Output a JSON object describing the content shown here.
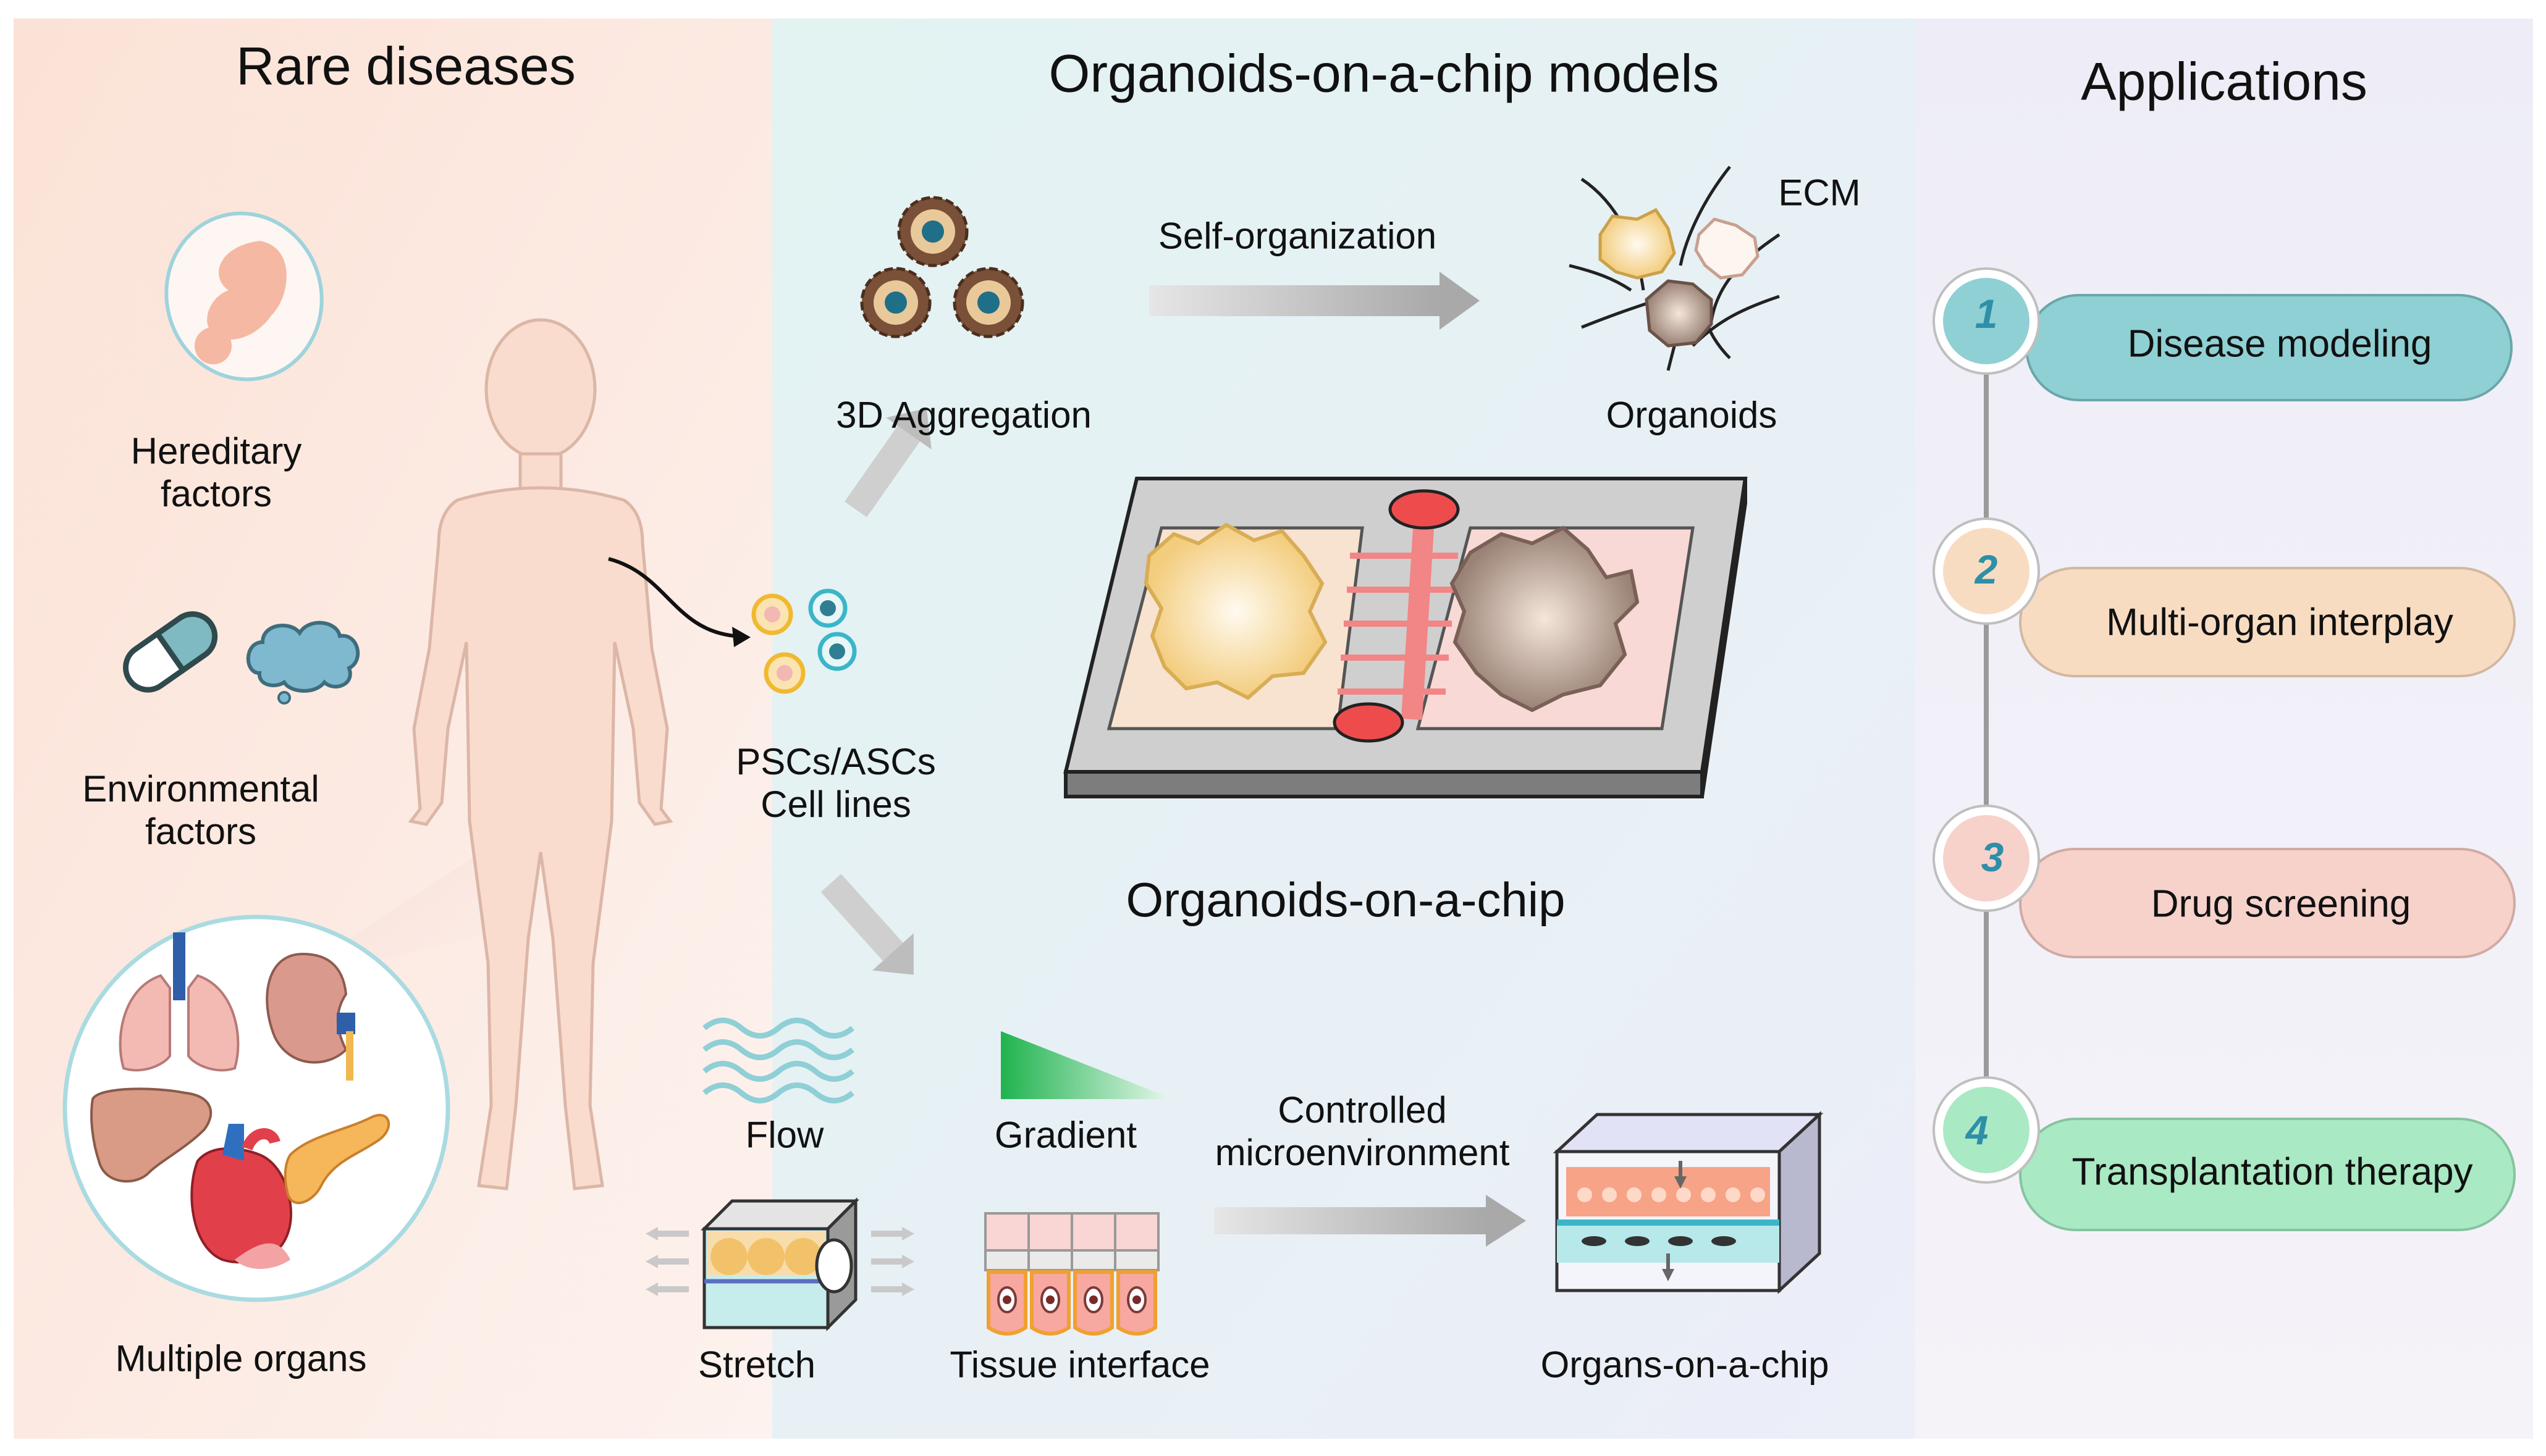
{
  "colors": {
    "left_panel": "#fbe7dd",
    "mid_panel": "#e4f3f3",
    "right_panel": "#ecebf6",
    "accent_teal": "#8fd0d4",
    "accent_peach": "#f8dcc2",
    "accent_pink": "#f6d2cb",
    "accent_green": "#a9e9c3",
    "silhouette": "#f9dcce",
    "arrow_gray": "#bdbdbd",
    "chip_red": "#ee4c4c"
  },
  "left": {
    "title": "Rare diseases",
    "hereditary": [
      "Hereditary",
      "factors"
    ],
    "environmental": [
      "Environmental",
      "factors"
    ],
    "organs": "Multiple organs"
  },
  "middle": {
    "title": "Organoids-on-a-chip models",
    "self_org": "Self-organization",
    "ecm": "ECM",
    "aggregation": "3D Aggregation",
    "organoids": "Organoids",
    "cells": [
      "PSCs/ASCs",
      "Cell lines"
    ],
    "chip_title": "Organoids-on-a-chip",
    "flow": "Flow",
    "gradient": "Gradient",
    "controlled": [
      "Controlled",
      "microenvironment"
    ],
    "stretch": "Stretch",
    "tissue": "Tissue interface",
    "organs_chip": "Organs-on-a-chip"
  },
  "right": {
    "title": "Applications",
    "items": [
      {
        "num": "1",
        "label": "Disease modeling",
        "color": "#8fd0d4"
      },
      {
        "num": "2",
        "label": "Multi-organ interplay",
        "color": "#f8dcc2"
      },
      {
        "num": "3",
        "label": "Drug screening",
        "color": "#f6d2cb"
      },
      {
        "num": "4",
        "label": "Transplantation therapy",
        "color": "#a9e9c3"
      }
    ]
  },
  "icons": [
    "fetus-icon",
    "pill-icon",
    "cloud-icon",
    "human-silhouette-icon",
    "lungs-icon",
    "kidney-icon",
    "liver-icon",
    "heart-icon",
    "pancreas-icon",
    "stem-cells-icon",
    "aggregate-icon",
    "organoid-icon",
    "chip-icon",
    "flow-icon",
    "gradient-icon",
    "stretch-icon",
    "tissue-icon",
    "organ-chip-icon"
  ]
}
